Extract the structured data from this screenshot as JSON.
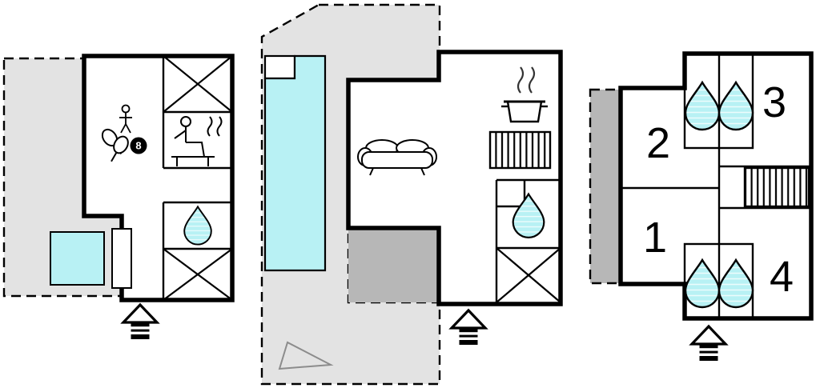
{
  "title": "vacation-home-floor-plan",
  "colors": {
    "water": "#b8f1f4",
    "terrace_light": "#e3e3e3",
    "terrace_dark": "#b7b7b7",
    "wall": "#000000",
    "decor_gray": "#8c8c8c"
  },
  "units": {
    "left": {
      "name": "annex-with-sauna-and-hot-tub",
      "eight_ball_label": "8",
      "icons": [
        "table-tennis-icon",
        "eight-ball-icon",
        "player-figure-icon",
        "sauna-icon",
        "wardrobe-cross-icon",
        "shower-droplet-icon",
        "hot-tub-icon",
        "door-icon",
        "entrance-arrow-icon"
      ]
    },
    "middle": {
      "name": "main-living-unit-with-pool",
      "icons": [
        "swimming-pool-icon",
        "pool-steps-icon",
        "sofa-icon",
        "stove-pot-icon",
        "grill-stripes-icon",
        "shower-droplet-icon",
        "wardrobe-cross-icon",
        "entrance-arrow-icon",
        "terrace-triangle-decor"
      ]
    },
    "right": {
      "name": "bedroom-wing",
      "rooms": [
        {
          "label": "1"
        },
        {
          "label": "2"
        },
        {
          "label": "3"
        },
        {
          "label": "4"
        }
      ],
      "icons": [
        "shower-droplet-icon",
        "stairs-stripes-icon",
        "entrance-arrow-icon"
      ]
    }
  }
}
